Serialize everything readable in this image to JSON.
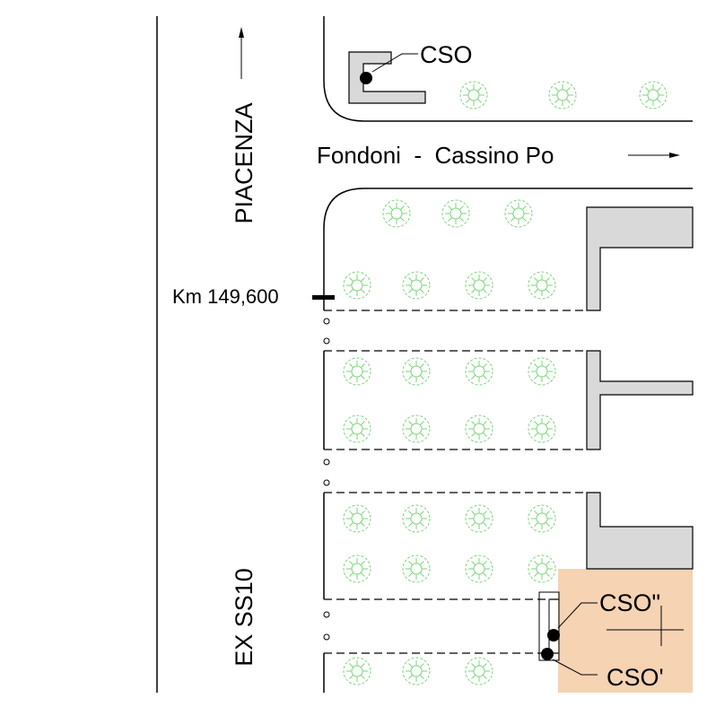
{
  "labels": {
    "road_left_top": "PIACENZA",
    "road_left_bottom": "EX SS10",
    "road_cross": "Fondoni  -  Cassino Po",
    "km": "Km 149,600",
    "cso_top": "CSO",
    "cso_double_prime": "CSO\"",
    "cso_prime": "CSO'"
  },
  "colors": {
    "line": "#000000",
    "building": "#d9d9d9",
    "tree": "#7ad67a",
    "highlight": "#f5d3b3"
  },
  "icons": {
    "tree": "tree-symbol-icon",
    "cso_point": "cso-point-icon",
    "direction_arrow": "arrow-icon"
  }
}
